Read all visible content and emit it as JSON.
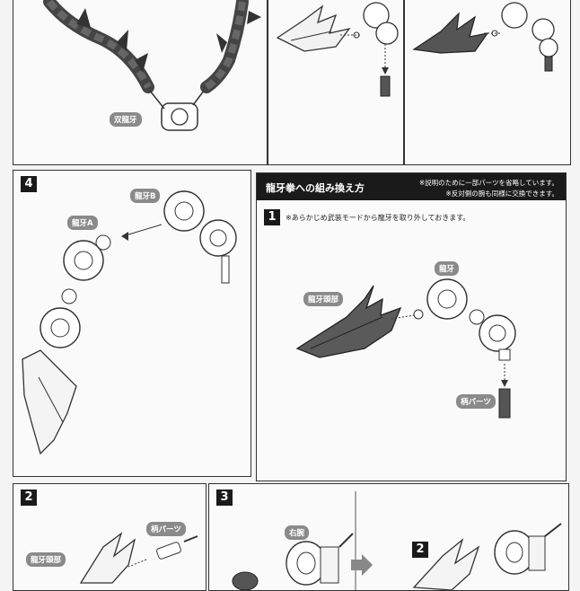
{
  "panels": {
    "top_left": {
      "label_sougaku": "双龍牙"
    },
    "step4": {
      "number": "4",
      "label_a": "龍牙A",
      "label_b": "龍牙B"
    },
    "conversion": {
      "title": "龍牙拳への組み換え方",
      "note1": "※説明のために一部パーツを省略しています。",
      "note2": "※反対側の腕も同様に交換できます。",
      "step1": {
        "number": "1",
        "instruction": "※あらかじめ武装モードから龍牙を取り外しておきます。",
        "label_head": "龍牙頭部",
        "label_ryuga": "龍牙",
        "label_handle": "柄パーツ"
      }
    },
    "step2": {
      "number": "2",
      "label_handle": "柄パーツ",
      "label_head": "龍牙頭部"
    },
    "step3": {
      "number": "3",
      "label_right_arm": "右腕",
      "sub_number": "2"
    }
  }
}
